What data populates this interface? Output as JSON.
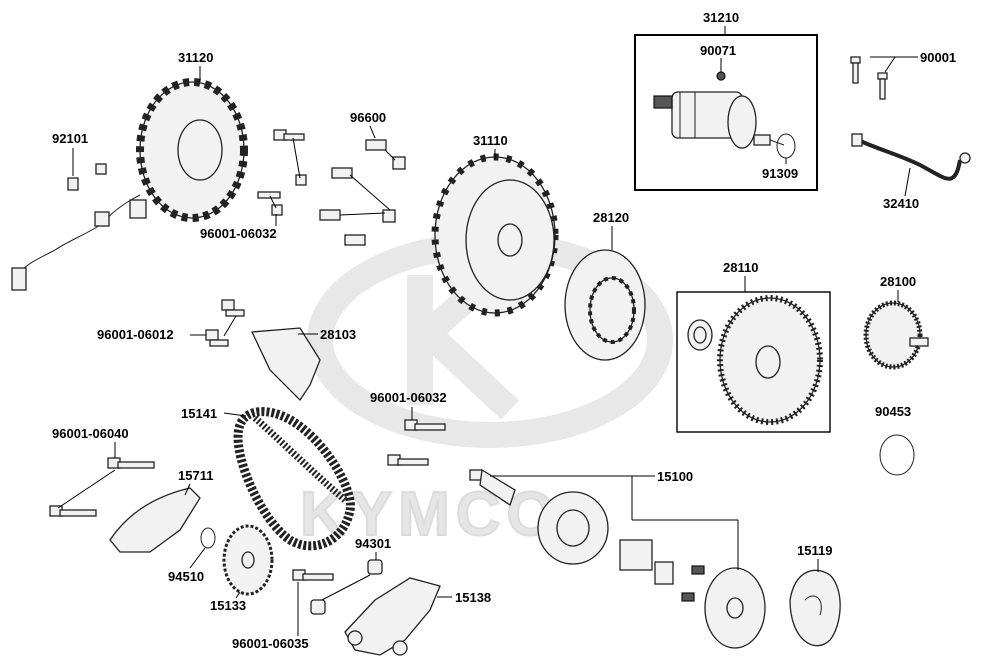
{
  "watermark": {
    "brand": "KYMCO"
  },
  "colors": {
    "line": "#000000",
    "part_fill": "#f2f2f2",
    "dark": "#555555",
    "watermark": "#e8e8e8"
  },
  "labels": {
    "p31210": "31210",
    "p90071": "90071",
    "p91309": "91309",
    "p90001": "90001",
    "p32410": "32410",
    "p31120": "31120",
    "p92101": "92101",
    "p96600": "96600",
    "p96001_06032_a": "96001-06032",
    "p31110": "31110",
    "p28120": "28120",
    "p28110": "28110",
    "p28100": "28100",
    "p90453": "90453",
    "p96001_06012": "96001-06012",
    "p28103": "28103",
    "p15141": "15141",
    "p96001_06032_b": "96001-06032",
    "p96001_06040": "96001-06040",
    "p15711": "15711",
    "p15100": "15100",
    "p94510": "94510",
    "p15133": "15133",
    "p94301": "94301",
    "p15138": "15138",
    "p96001_06035": "96001-06035",
    "p15119": "15119"
  }
}
